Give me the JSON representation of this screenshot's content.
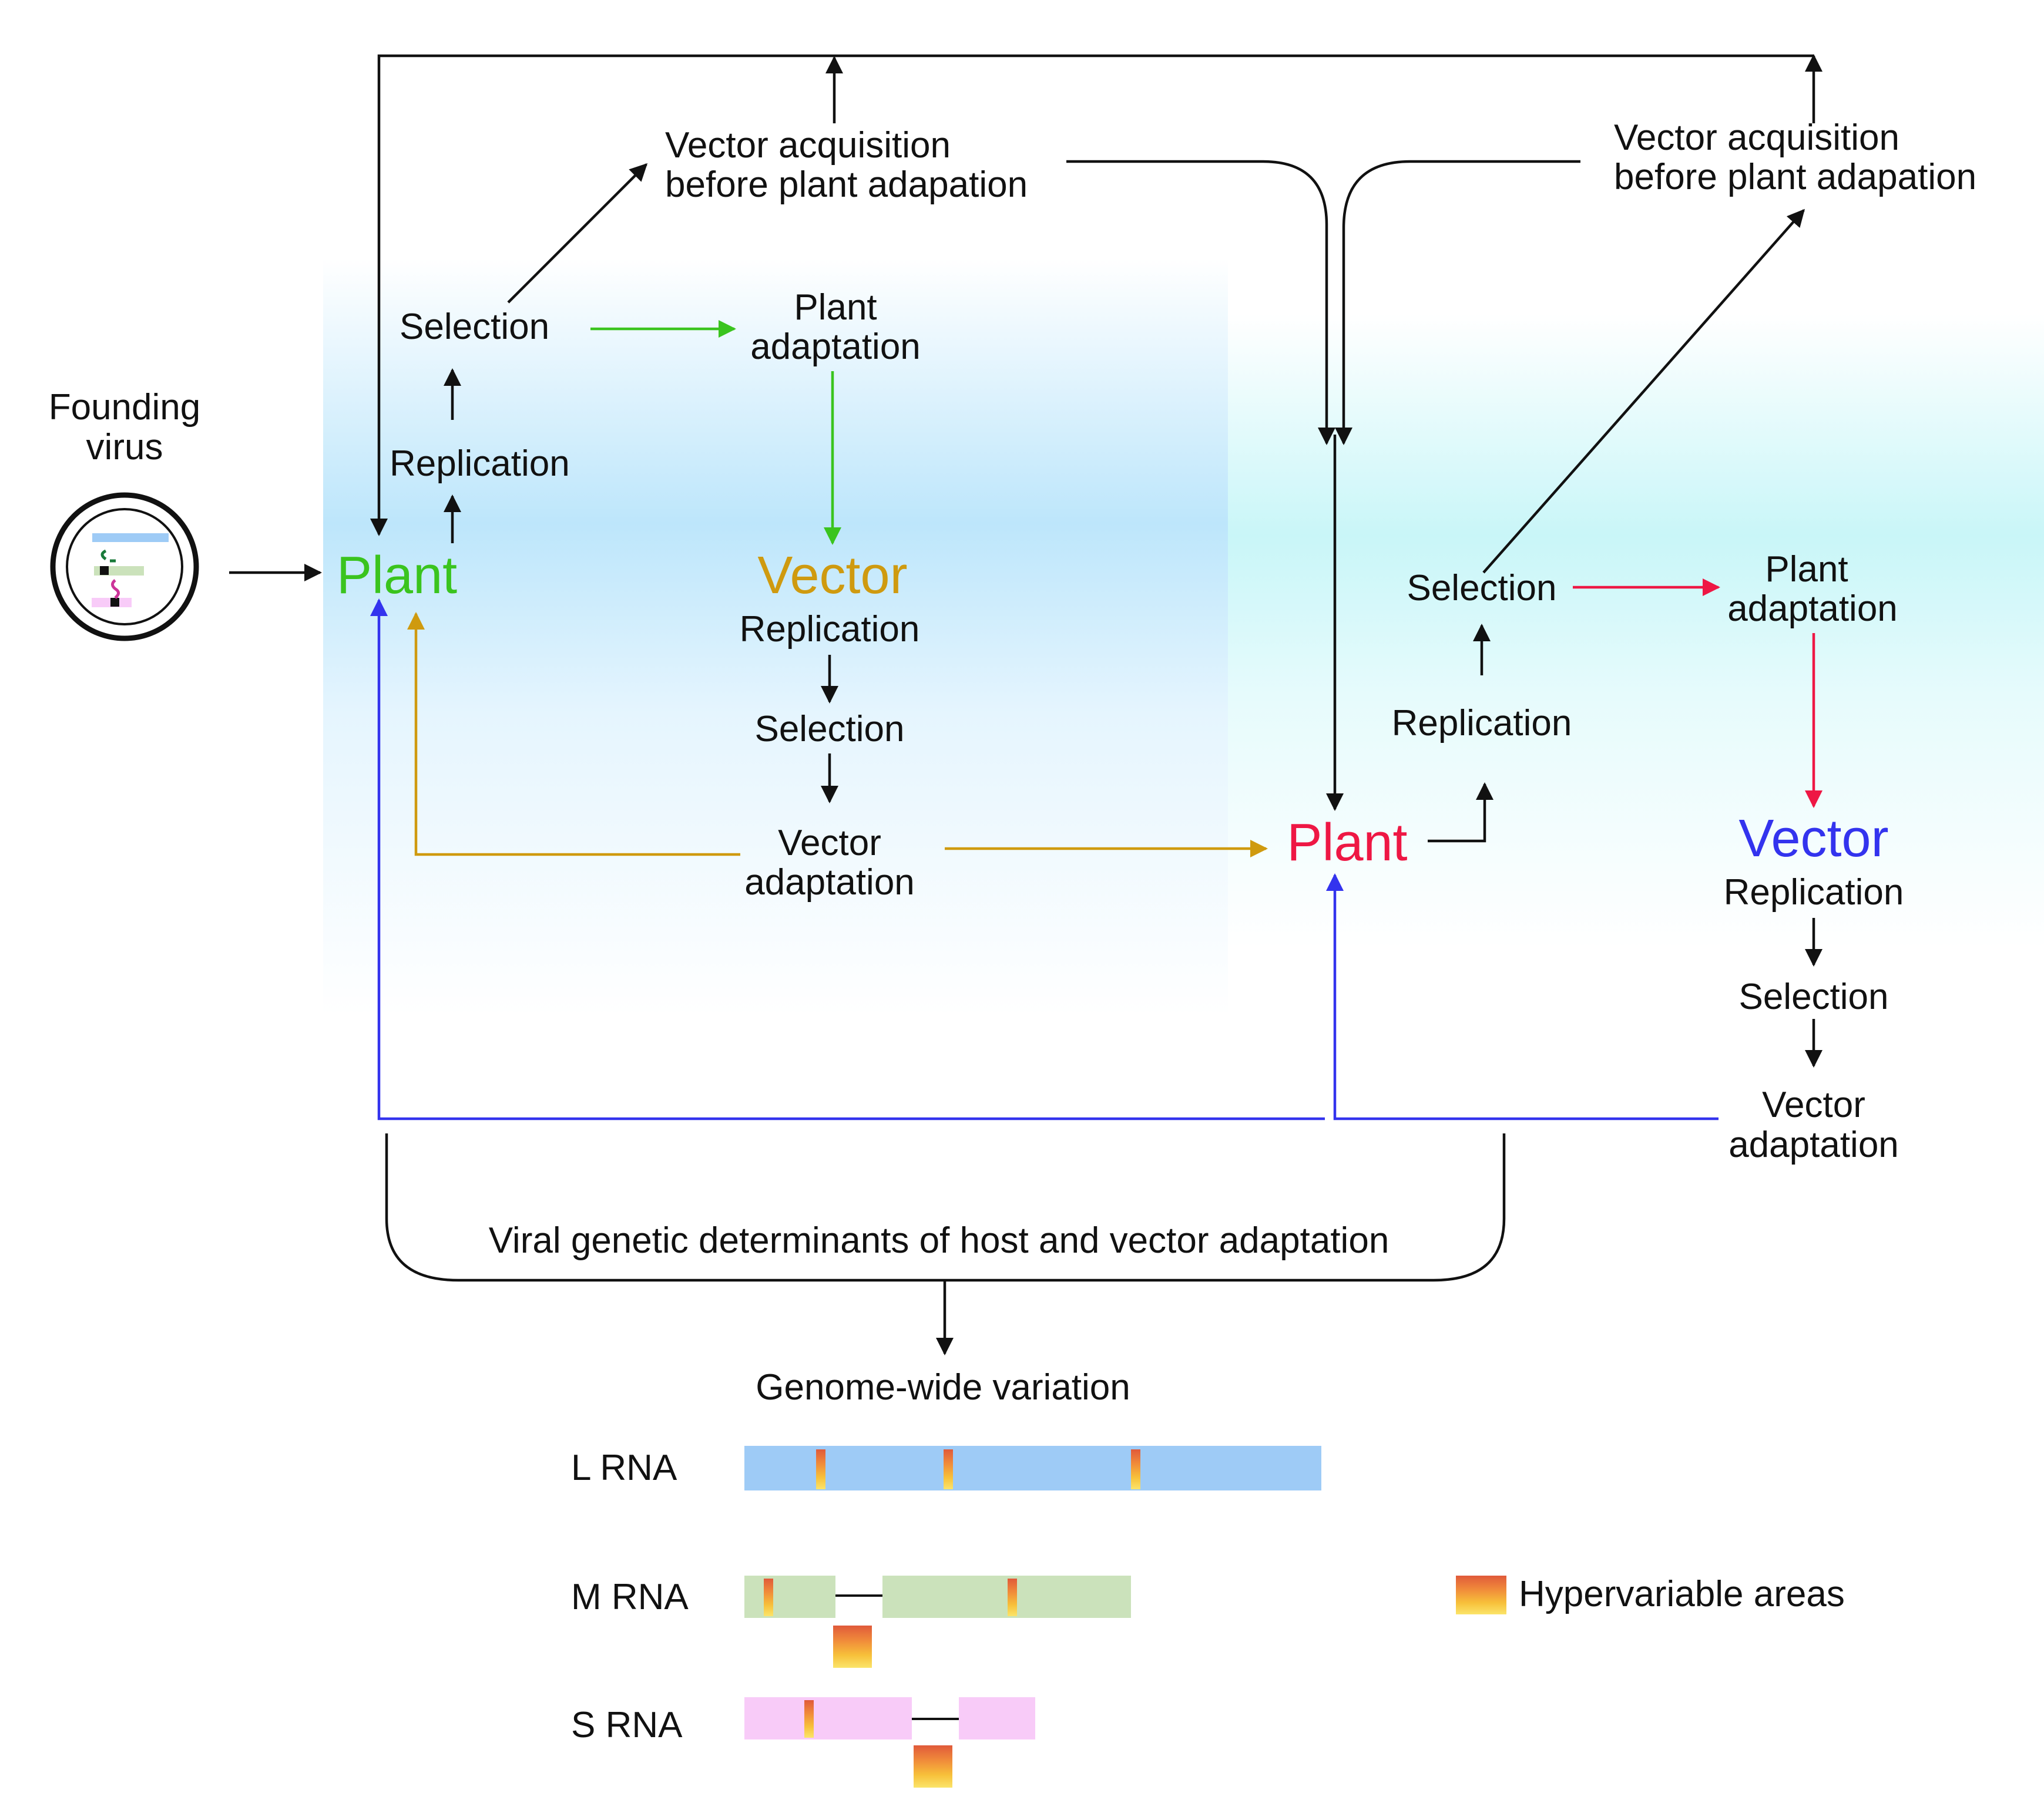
{
  "founding_virus": {
    "line1": "Founding",
    "line2": "virus"
  },
  "cycle_left": {
    "plant": "Plant",
    "replication": "Replication",
    "selection": "Selection",
    "plant_adaptation": {
      "line1": "Plant",
      "line2": "adaptation"
    },
    "vector": "Vector",
    "vector_replication": "Replication",
    "vector_selection": "Selection",
    "vector_adaptation": {
      "line1": "Vector",
      "line2": "adaptation"
    },
    "acquisition": {
      "line1": "Vector acquisition",
      "line2": "before plant adapation"
    }
  },
  "cycle_right": {
    "plant": "Plant",
    "replication": "Replication",
    "selection": "Selection",
    "plant_adaptation": {
      "line1": "Plant",
      "line2": "adaptation"
    },
    "vector": "Vector",
    "vector_replication": "Replication",
    "vector_selection": "Selection",
    "vector_adaptation": {
      "line1": "Vector",
      "line2": "adaptation"
    },
    "acquisition": {
      "line1": "Vector acquisition",
      "line2": "before plant adapation"
    }
  },
  "brace_label": "Viral genetic determinants of host and vector adaptation",
  "genome": {
    "title": "Genome-wide variation",
    "l_rna": "L RNA",
    "m_rna": "M RNA",
    "s_rna": "S RNA",
    "legend": "Hypervariable areas"
  },
  "colors": {
    "green": "#3ac41e",
    "gold": "#cf9a0f",
    "red": "#ee1744",
    "blue": "#3333ee",
    "black": "#111111",
    "l_rna": "#9ecbf6",
    "m_rna": "#cbe2bb",
    "s_rna": "#f8cbf8",
    "capsid": "#f0b616"
  }
}
